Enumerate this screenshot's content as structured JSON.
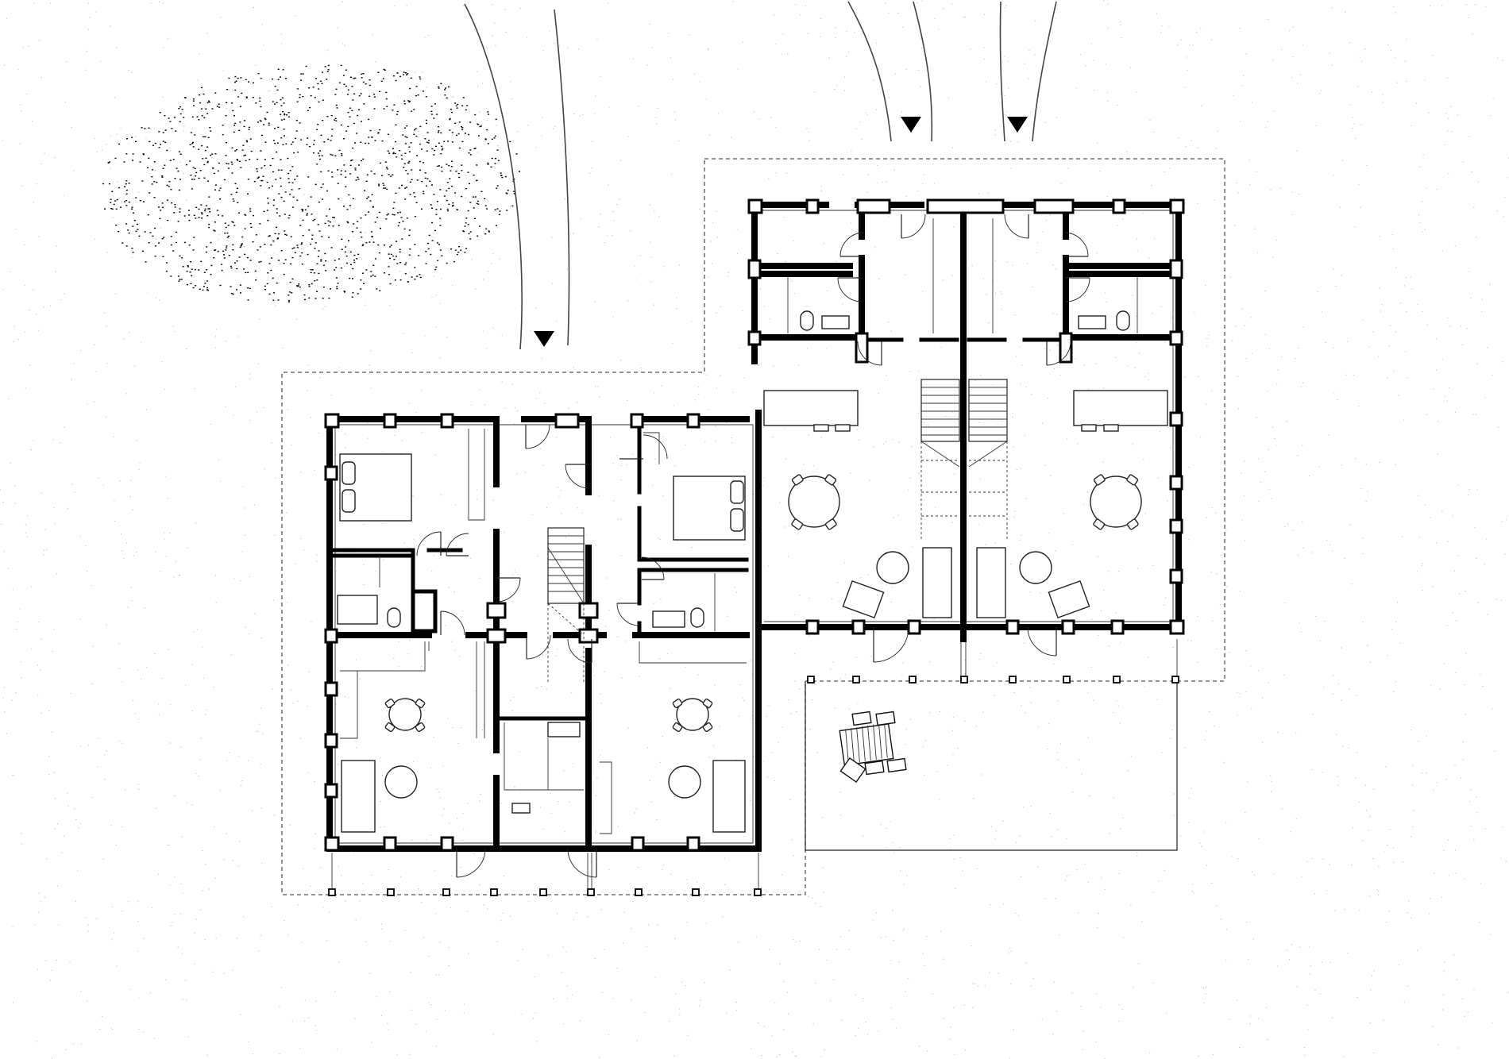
{
  "drawing": {
    "kind": "architectural-floor-plan",
    "colors": {
      "ink": "#000000",
      "background": "#ffffff",
      "linework": "#222222"
    },
    "icons": [
      "entrance-arrow-icon",
      "tree-canopy-icon",
      "stair-icon",
      "door-swing-icon",
      "table-icon",
      "bed-icon",
      "sofa-icon",
      "toilet-icon",
      "bathtub-icon",
      "garden-table-icon"
    ],
    "entrance_markers": 3,
    "units": 4
  }
}
